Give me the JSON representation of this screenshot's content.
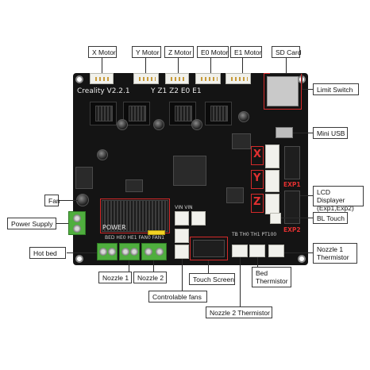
{
  "labels": {
    "x_motor": "X Motor",
    "y_motor": "Y Motor",
    "z_motor": "Z Motor",
    "e0_motor": "E0 Motor",
    "e1_motor": "E1 Motor",
    "sd_card": "SD Card",
    "limit_switch": "Limit Switch",
    "mini_usb": "Mini USB",
    "lcd_displayer": "LCD Displayer (Exp1,Exp2)",
    "bl_touch": "BL Touch",
    "nozzle1_thermistor": "Nozzle 1 Thermistor",
    "bed_thermistor": "Bed Thermistor",
    "nozzle2_thermistor": "Nozzle 2 Thermistor",
    "touch_screen": "Touch Screen",
    "controlable_fans": "Controlable fans",
    "nozzle1": "Nozzle 1",
    "nozzle2": "Nozzle 2",
    "hot_bed": "Hot bed",
    "power_supply": "Power Supply",
    "fan": "Fan"
  },
  "silkscreen": {
    "brand": "Creality V2.2.1",
    "axes": "Y  Z1  Z2  E0   E1",
    "power": "POWER",
    "exp1": "EXP1",
    "exp2": "EXP2",
    "x": "X",
    "y": "Y",
    "z": "Z",
    "bottom_small": "BED  HE0  HE1  FAN0  FAN1",
    "right_small": "TB  TH0  TH1  PT100",
    "vin": "VIN   VIN"
  },
  "colors": {
    "board": "#141414",
    "red_highlight": "#d42a2a",
    "terminal_green": "#4fae3e",
    "connector_white": "#f1f1ec"
  }
}
